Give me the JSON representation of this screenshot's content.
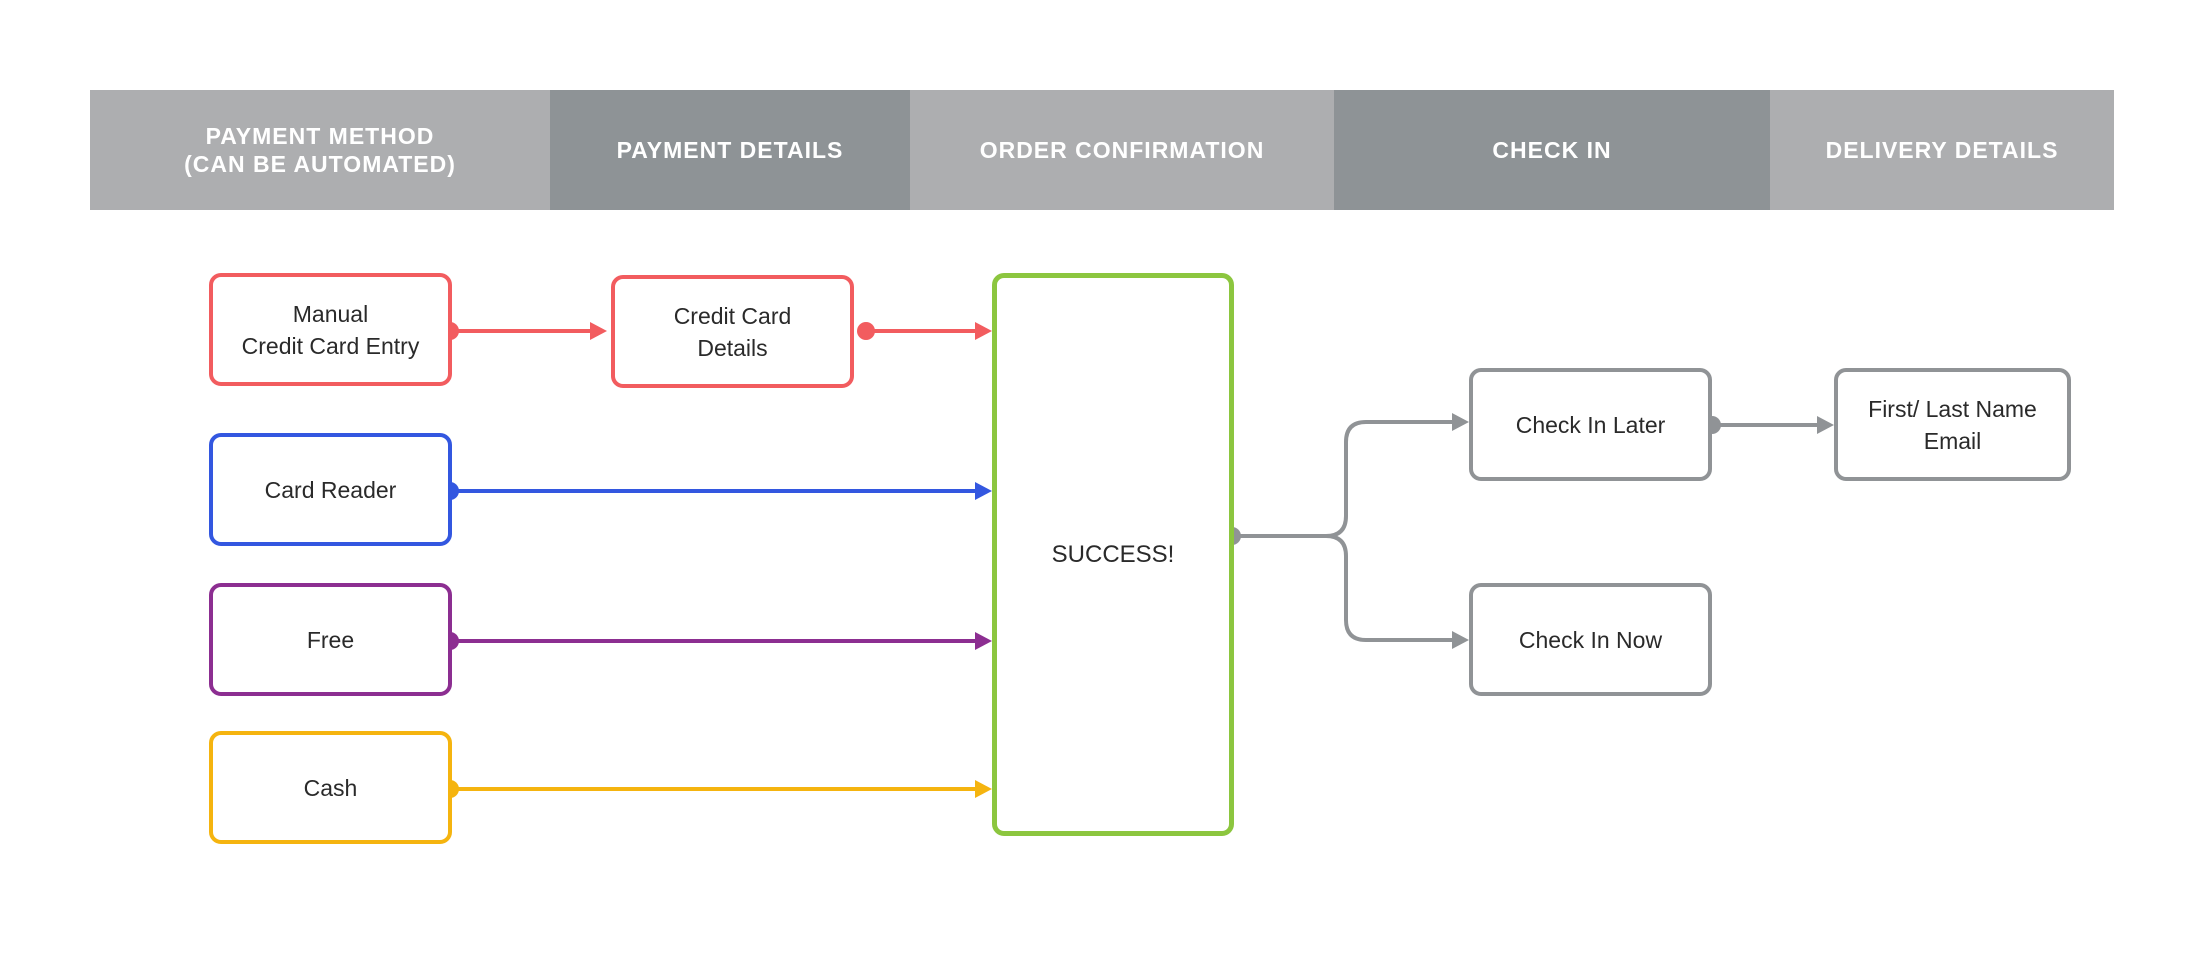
{
  "header": {
    "columns": [
      {
        "label": "PAYMENT METHOD\n(CAN BE AUTOMATED)"
      },
      {
        "label": "PAYMENT DETAILS"
      },
      {
        "label": "ORDER CONFIRMATION"
      },
      {
        "label": "CHECK IN"
      },
      {
        "label": "DELIVERY DETAILS"
      }
    ]
  },
  "nodes": {
    "manual_credit_card_entry": "Manual\nCredit Card Entry",
    "credit_card_details": "Credit Card\nDetails",
    "card_reader": "Card Reader",
    "free": "Free",
    "cash": "Cash",
    "success": "SUCCESS!",
    "check_in_later": "Check In Later",
    "check_in_now": "Check In Now",
    "first_last_name_email": "First/ Last Name\nEmail"
  },
  "colors": {
    "manual_entry": "#f25c5f",
    "card_reader": "#3357e0",
    "free": "#8c2e91",
    "cash": "#f5b40f",
    "success": "#8cc63f",
    "neutral": "#909396",
    "header_light": "#adaeb0",
    "header_dark": "#8e9396"
  }
}
